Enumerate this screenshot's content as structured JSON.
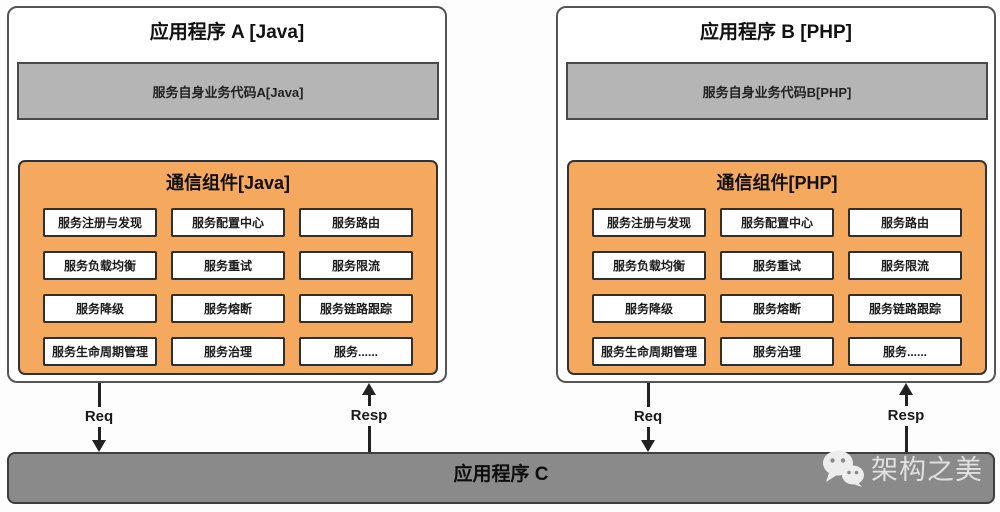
{
  "apps": [
    {
      "title": "应用程序 A [Java]",
      "business_code": "服务自身业务代码A[Java]",
      "comm_title": "通信组件[Java]",
      "components": [
        "服务注册与发现",
        "服务配置中心",
        "服务路由",
        "服务负载均衡",
        "服务重试",
        "服务限流",
        "服务降级",
        "服务熔断",
        "服务链路跟踪",
        "服务生命周期管理",
        "服务治理",
        "服务......"
      ],
      "req_label": "Req",
      "resp_label": "Resp"
    },
    {
      "title": "应用程序 B [PHP]",
      "business_code": "服务自身业务代码B[PHP]",
      "comm_title": "通信组件[PHP]",
      "components": [
        "服务注册与发现",
        "服务配置中心",
        "服务路由",
        "服务负载均衡",
        "服务重试",
        "服务限流",
        "服务降级",
        "服务熔断",
        "服务链路跟踪",
        "服务生命周期管理",
        "服务治理",
        "服务......"
      ],
      "req_label": "Req",
      "resp_label": "Resp"
    }
  ],
  "bottom_app": {
    "title": "应用程序 C"
  },
  "watermark": {
    "text": "架构之美",
    "icon": "wechat-icon"
  },
  "colors": {
    "comm_box_fill": "#f5a95e",
    "business_box_fill": "#b5b5b5",
    "bottom_bar_fill": "#8a8a8a",
    "box_border": "#333333",
    "arrow": "#222222",
    "watermark_text": "#e0e0e0"
  }
}
